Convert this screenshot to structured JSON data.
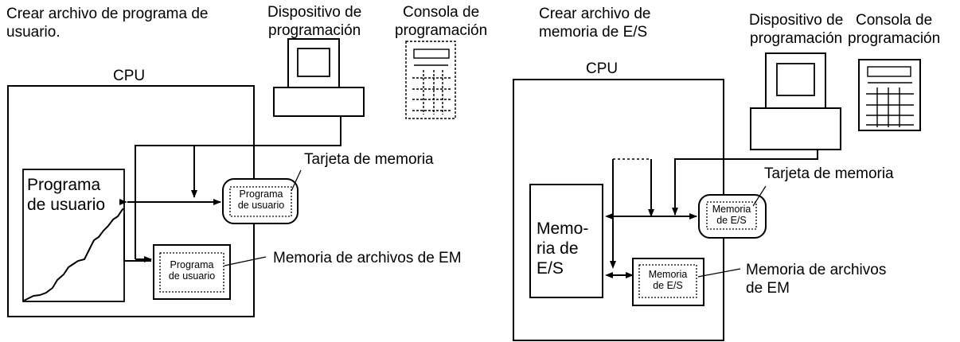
{
  "left": {
    "title_line1": "Crear archivo de programa de",
    "title_line2": "usuario.",
    "device_line1": "Dispositivo de",
    "device_line2": "programación",
    "console_line1": "Consola de",
    "console_line2": "programación",
    "cpu": "CPU",
    "main_line1": "Programa",
    "main_line2": "de usuario",
    "card_label": "Tarjeta de memoria",
    "card_inner_line1": "Programa",
    "card_inner_line2": "de usuario",
    "em_label": "Memoria de archivos de EM",
    "em_inner_line1": "Programa",
    "em_inner_line2": "de usuario"
  },
  "right": {
    "title_line1": "Crear archivo de",
    "title_line2": "memoria de E/S",
    "device_line1": "Dispositivo de",
    "device_line2": "programación",
    "console_line1": "Consola de",
    "console_line2": "programación",
    "cpu": "CPU",
    "main_line1": "Memo-",
    "main_line2": "ria de",
    "main_line3": "E/S",
    "card_label": "Tarjeta de memoria",
    "card_inner_line1": "Memoria",
    "card_inner_line2": "de E/S",
    "em_label_line1": "Memoria de archivos",
    "em_label_line2": "de EM",
    "em_inner_line1": "Memoria",
    "em_inner_line2": "de E/S"
  }
}
